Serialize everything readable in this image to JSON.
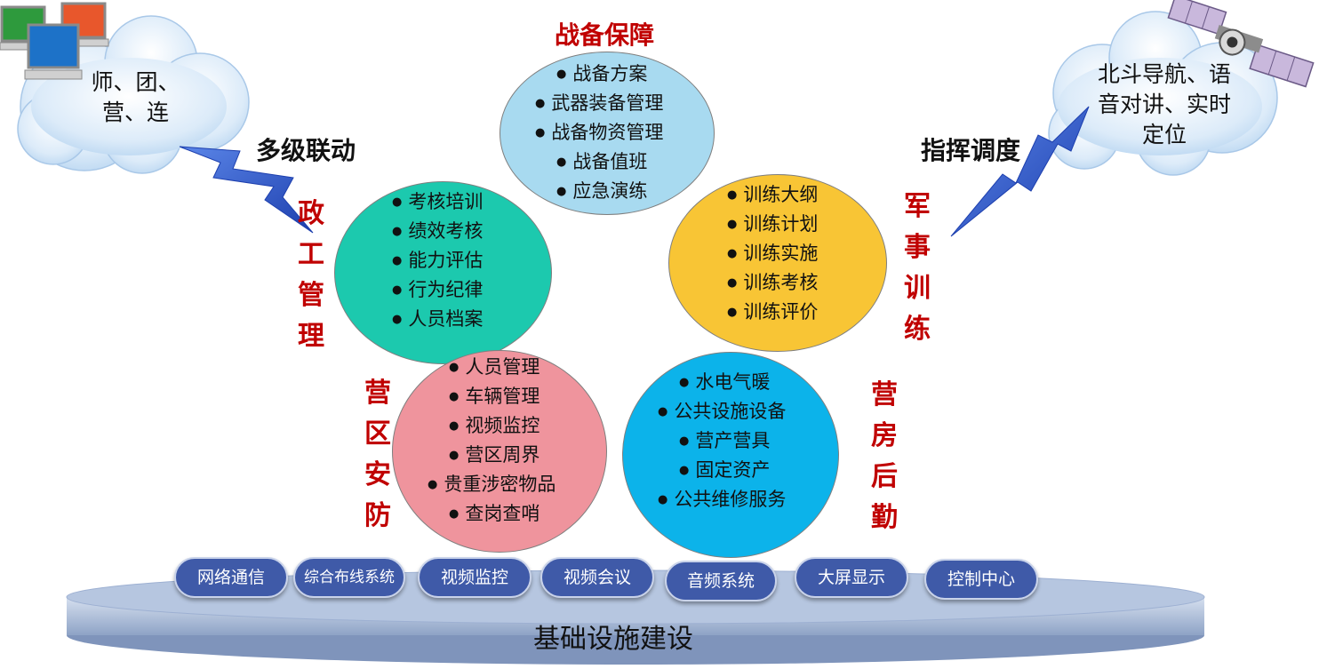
{
  "clouds": {
    "left_lines": [
      "师、团、",
      "营、连"
    ],
    "right_lines": [
      "北斗导航、语",
      "音对讲、实时",
      "定位"
    ]
  },
  "labels": {
    "multi_level": "多级联动",
    "command": "指挥调度"
  },
  "circles": {
    "readiness": {
      "title": "战备保障",
      "items": [
        "战备方案",
        "武器装备管理",
        "战备物资管理",
        "战备值班",
        "应急演练"
      ]
    },
    "political": {
      "title": "政工管理",
      "items": [
        "考核培训",
        "绩效考核",
        "能力评估",
        "行为纪律",
        "人员档案"
      ]
    },
    "training": {
      "title": "军事训练",
      "items": [
        "训练大纲",
        "训练计划",
        "训练实施",
        "训练考核",
        "训练评价"
      ]
    },
    "security": {
      "title": "营区安防",
      "items": [
        "人员管理",
        "车辆管理",
        "视频监控",
        "营区周界",
        "贵重涉密物品",
        "查岗查哨"
      ]
    },
    "logistics": {
      "title": "营房后勤",
      "items": [
        "水电气暖",
        "公共设施设备",
        "营产营具",
        "固定资产",
        "公共维修服务"
      ]
    }
  },
  "infrastructure": {
    "title": "基础设施建设",
    "pills": [
      "网络通信",
      "综合布线系统",
      "视频监控",
      "视频会议",
      "音频系统",
      "大屏显示",
      "控制中心"
    ]
  },
  "colors": {
    "title_red": "#c00000",
    "readiness": "#a8daf0",
    "political": "#1cc9ae",
    "training": "#f8c535",
    "security": "#ef949d",
    "logistics": "#0cb3ea",
    "pill": "#3f5aa8",
    "platform": "#a7b9d8",
    "lightning": "#2f5bd0"
  }
}
